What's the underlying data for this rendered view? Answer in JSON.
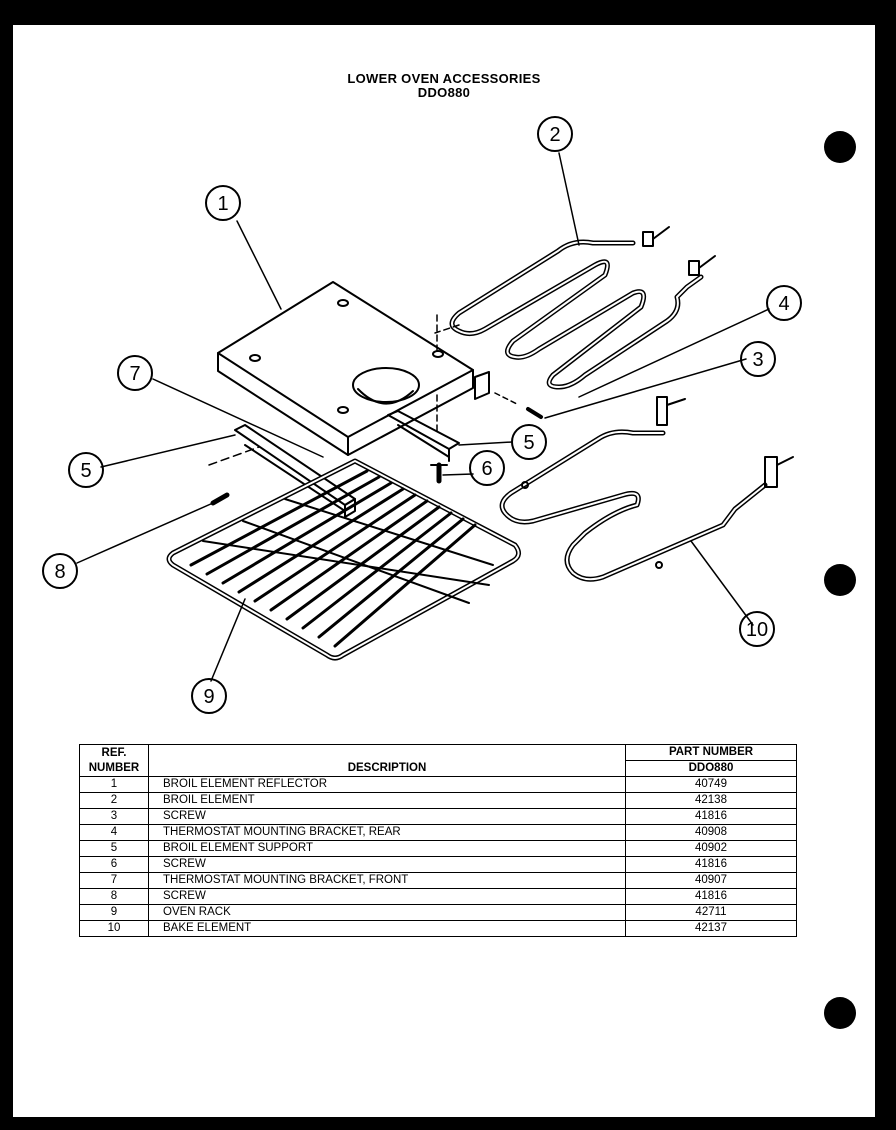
{
  "title": {
    "line1": "LOWER OVEN ACCESSORIES",
    "line2": "DDO880"
  },
  "callouts": [
    "1",
    "2",
    "3",
    "4",
    "5",
    "5",
    "6",
    "7",
    "8",
    "9",
    "10"
  ],
  "table": {
    "header": {
      "ref": "REF. NUMBER",
      "description": "DESCRIPTION",
      "part_number": "PART NUMBER",
      "model": "DDO880"
    },
    "rows": [
      {
        "ref": "1",
        "description": "BROIL ELEMENT REFLECTOR",
        "part": "40749"
      },
      {
        "ref": "2",
        "description": "BROIL ELEMENT",
        "part": "42138"
      },
      {
        "ref": "3",
        "description": "SCREW",
        "part": "41816"
      },
      {
        "ref": "4",
        "description": "THERMOSTAT MOUNTING BRACKET, REAR",
        "part": "40908"
      },
      {
        "ref": "5",
        "description": "BROIL ELEMENT SUPPORT",
        "part": "40902"
      },
      {
        "ref": "6",
        "description": "SCREW",
        "part": "41816"
      },
      {
        "ref": "7",
        "description": "THERMOSTAT MOUNTING BRACKET, FRONT",
        "part": "40907"
      },
      {
        "ref": "8",
        "description": "SCREW",
        "part": "41816"
      },
      {
        "ref": "9",
        "description": "OVEN RACK",
        "part": "42711"
      },
      {
        "ref": "10",
        "description": "BAKE ELEMENT",
        "part": "42137"
      }
    ]
  }
}
